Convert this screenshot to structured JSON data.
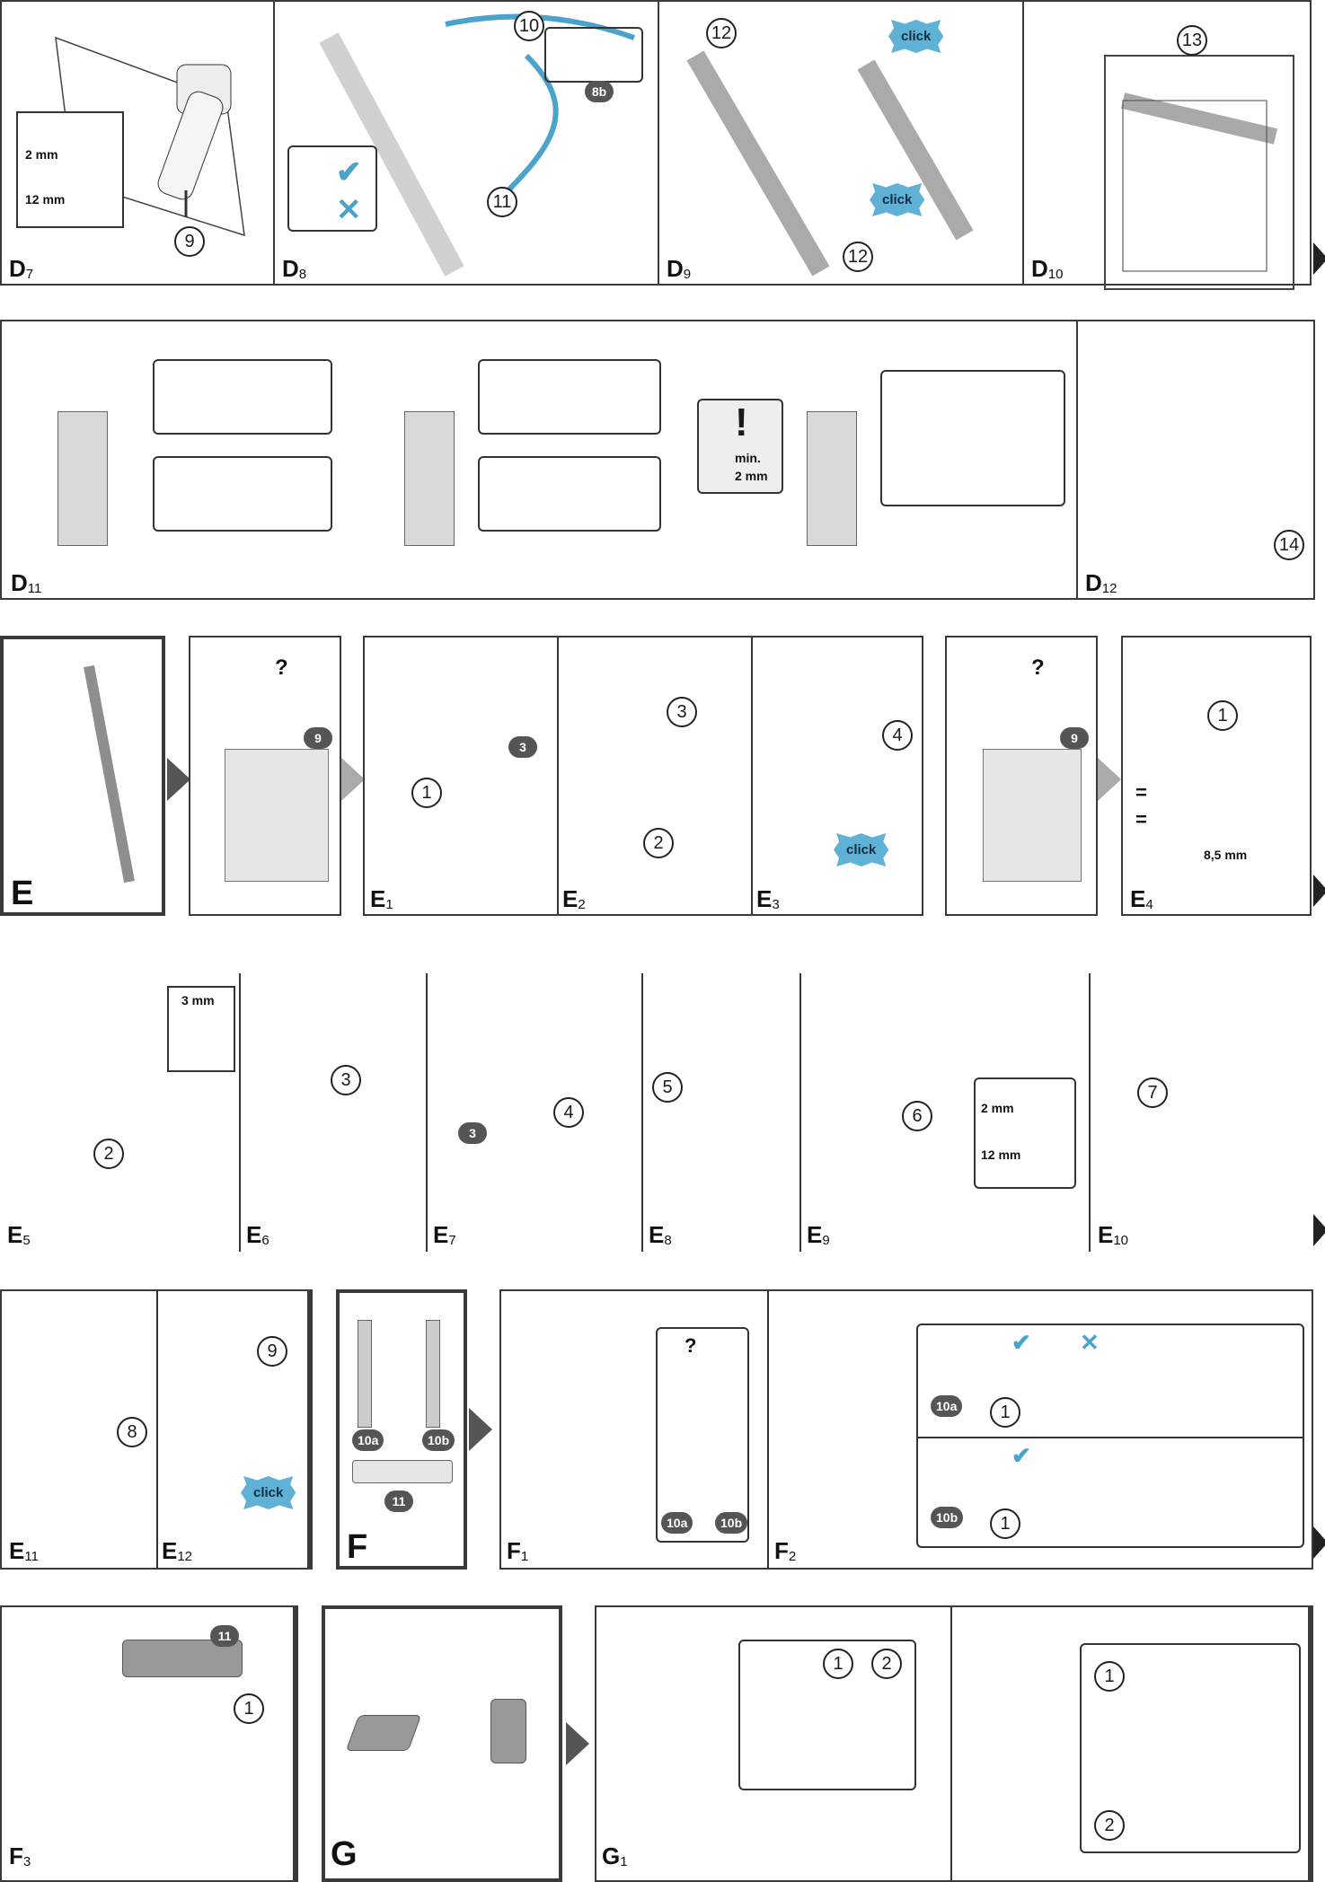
{
  "steps": {
    "D7": {
      "label": "D",
      "sub": "7"
    },
    "D8": {
      "label": "D",
      "sub": "8"
    },
    "D9": {
      "label": "D",
      "sub": "9"
    },
    "D10": {
      "label": "D",
      "sub": "10"
    },
    "D11": {
      "label": "D",
      "sub": "11"
    },
    "D12": {
      "label": "D",
      "sub": "12"
    },
    "E": {
      "label": "E"
    },
    "E1": {
      "label": "E",
      "sub": "1"
    },
    "E2": {
      "label": "E",
      "sub": "2"
    },
    "E3": {
      "label": "E",
      "sub": "3"
    },
    "E4": {
      "label": "E",
      "sub": "4"
    },
    "E5": {
      "label": "E",
      "sub": "5"
    },
    "E6": {
      "label": "E",
      "sub": "6"
    },
    "E7": {
      "label": "E",
      "sub": "7"
    },
    "E8": {
      "label": "E",
      "sub": "8"
    },
    "E9": {
      "label": "E",
      "sub": "9"
    },
    "E10": {
      "label": "E",
      "sub": "10"
    },
    "E11": {
      "label": "E",
      "sub": "11"
    },
    "E12": {
      "label": "E",
      "sub": "12"
    },
    "F": {
      "label": "F"
    },
    "F1": {
      "label": "F",
      "sub": "1"
    },
    "F2": {
      "label": "F",
      "sub": "2"
    },
    "F3": {
      "label": "F",
      "sub": "3"
    },
    "G": {
      "label": "G"
    },
    "G1": {
      "label": "G",
      "sub": "1"
    }
  },
  "callouts": {
    "n1": "1",
    "n2": "2",
    "n3": "3",
    "n4": "4",
    "n5": "5",
    "n6": "6",
    "n7": "7",
    "n8": "8",
    "n9": "9",
    "n10": "10",
    "n11": "11",
    "n12": "12",
    "n13": "13",
    "n14": "14"
  },
  "badges": {
    "b8b": "8b",
    "b9": "9",
    "b3": "3",
    "b10a": "10a",
    "b10b": "10b",
    "b11": "11"
  },
  "labels": {
    "mm2": "2 mm",
    "mm12": "12 mm",
    "mm3": "3 mm",
    "mm85": "8,5 mm",
    "min": "min.",
    "min2": "2 mm",
    "click": "click",
    "excl": "!",
    "eq": "=",
    "q": "?",
    "check": "✔",
    "cross": "✕",
    "neutral": "✔"
  },
  "colors": {
    "accent": "#4ba3cc",
    "border": "#3a3a3a",
    "badge": "#555555"
  }
}
